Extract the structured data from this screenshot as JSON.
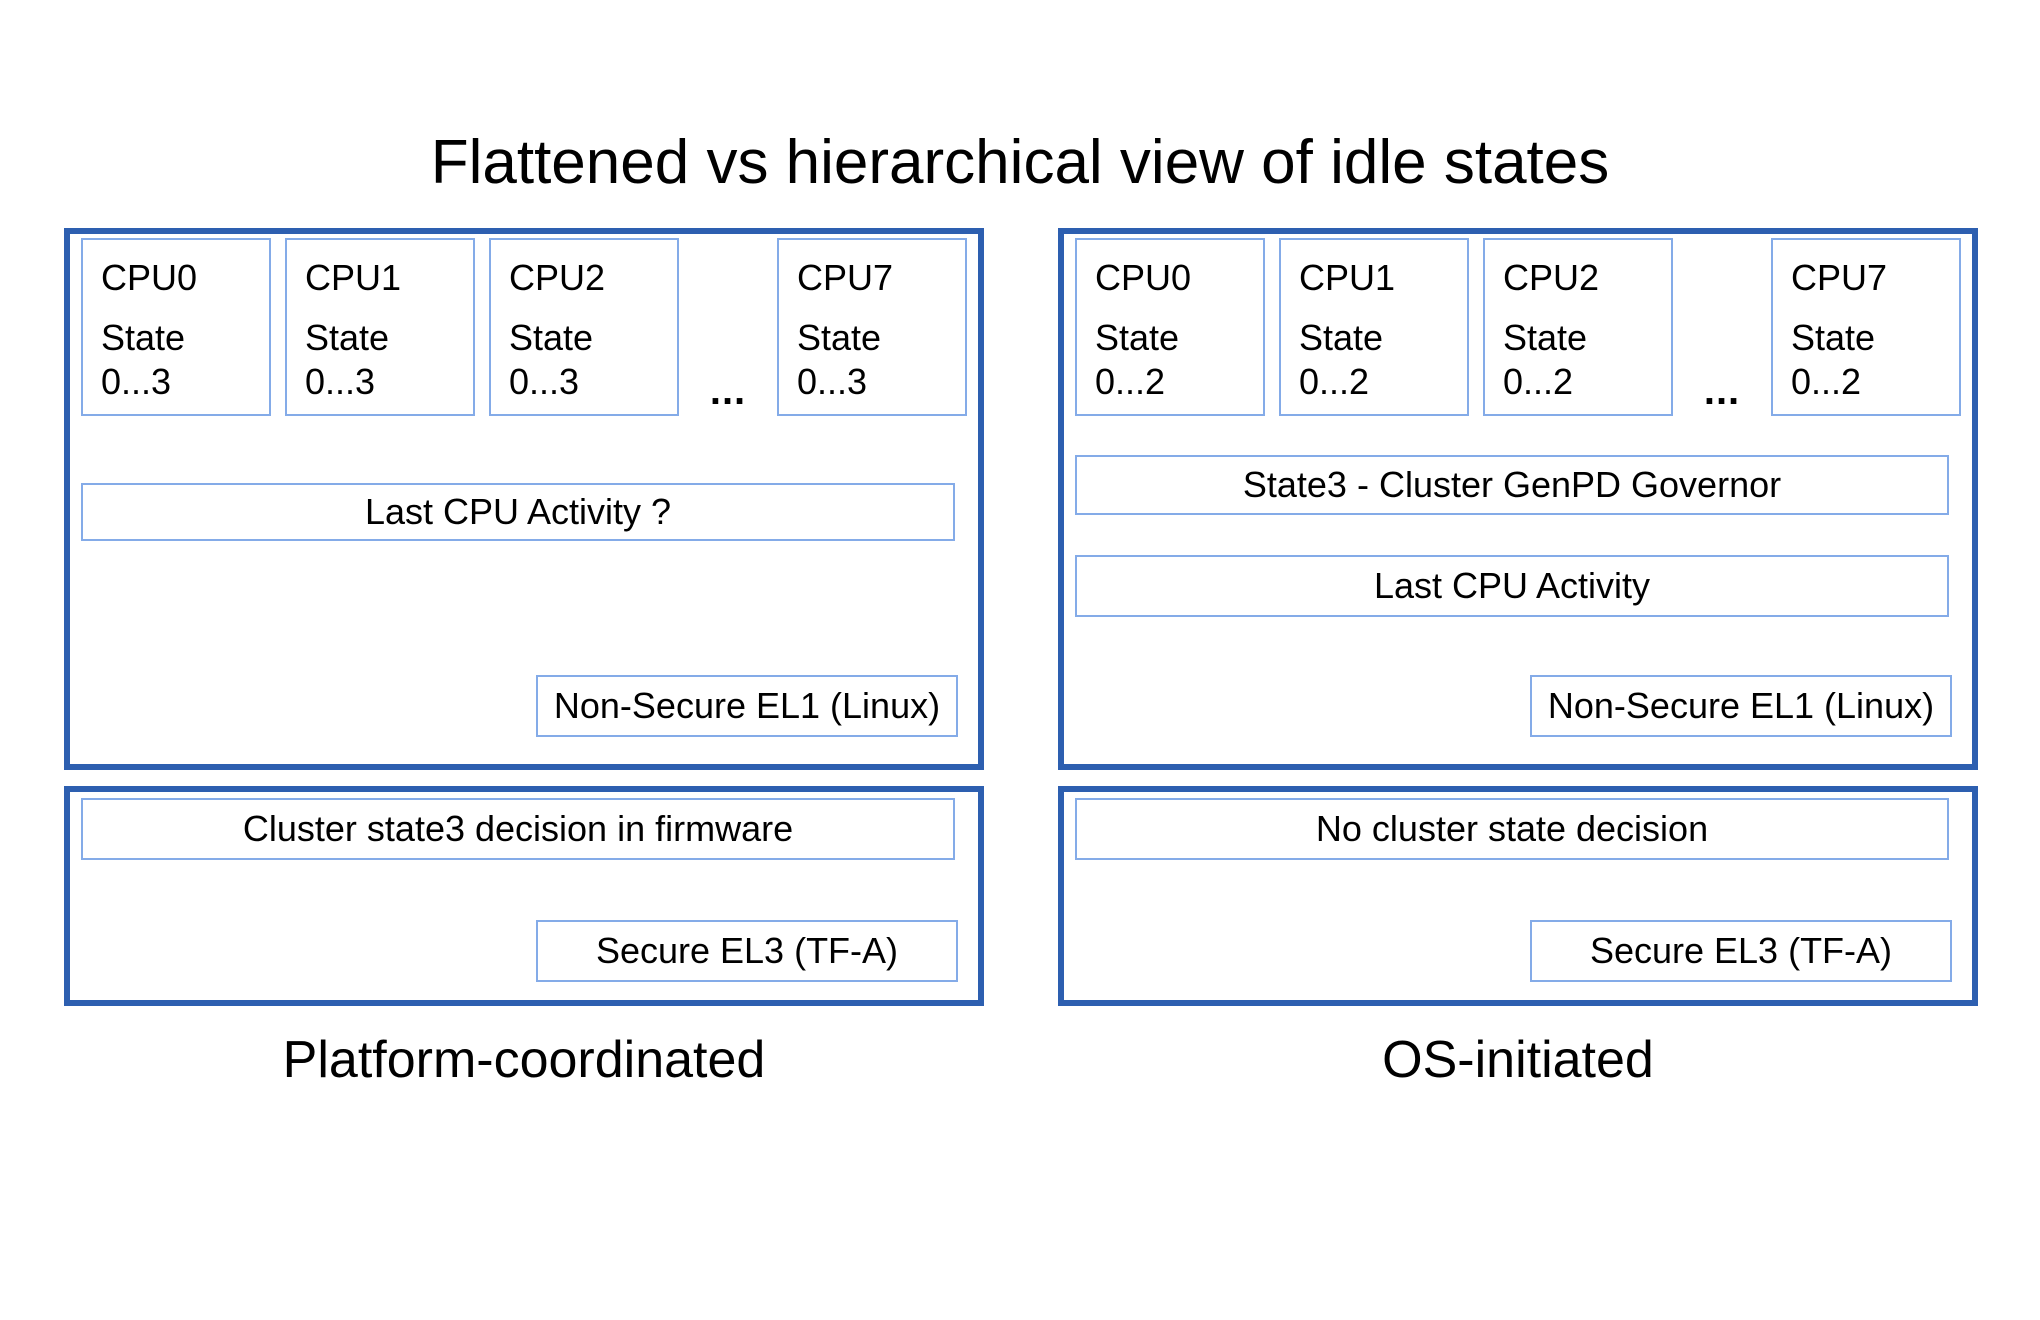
{
  "title": "Flattened vs hierarchical view of idle states",
  "ellipsis": "...",
  "colors": {
    "outer_border": "#2d5fb0",
    "inner_border": "#84abe8",
    "background": "#ffffff",
    "text": "#000000"
  },
  "diagrams": [
    {
      "caption": "Platform-coordinated",
      "kernel": {
        "cpus": [
          {
            "name": "CPU0",
            "state_label": "State",
            "state_range": "0...3"
          },
          {
            "name": "CPU1",
            "state_label": "State",
            "state_range": "0...3"
          },
          {
            "name": "CPU2",
            "state_label": "State",
            "state_range": "0...3"
          },
          {
            "name": "CPU7",
            "state_label": "State",
            "state_range": "0...3"
          }
        ],
        "activity_bar": "Last CPU Activity ?",
        "domain_label": "Non-Secure EL1 (Linux)"
      },
      "firmware": {
        "decision_bar": "Cluster state3 decision in firmware",
        "domain_label": "Secure EL3 (TF-A)"
      }
    },
    {
      "caption": "OS-initiated",
      "kernel": {
        "cpus": [
          {
            "name": "CPU0",
            "state_label": "State",
            "state_range": "0...2"
          },
          {
            "name": "CPU1",
            "state_label": "State",
            "state_range": "0...2"
          },
          {
            "name": "CPU2",
            "state_label": "State",
            "state_range": "0...2"
          },
          {
            "name": "CPU7",
            "state_label": "State",
            "state_range": "0...2"
          }
        ],
        "governor_bar": "State3 - Cluster GenPD Governor",
        "activity_bar": "Last CPU Activity",
        "domain_label": "Non-Secure EL1 (Linux)"
      },
      "firmware": {
        "decision_bar": "No cluster state decision",
        "domain_label": "Secure EL3 (TF-A)"
      }
    }
  ]
}
